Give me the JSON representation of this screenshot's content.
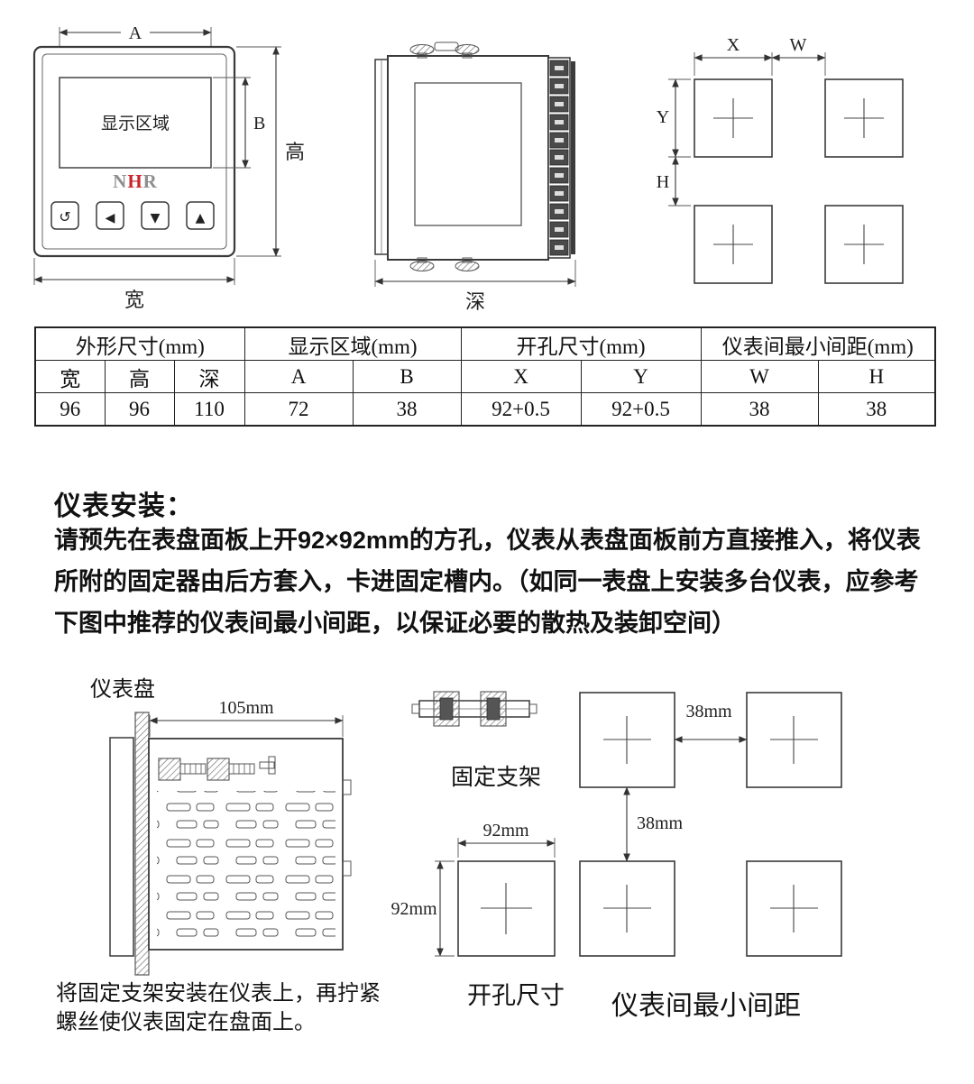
{
  "front_view": {
    "display_label": "显示区域",
    "logo_n": "N",
    "logo_h": "H",
    "logo_r": "R",
    "dim_a": "A",
    "dim_b": "B",
    "dim_height": "高",
    "dim_width": "宽",
    "buttons": [
      {
        "glyph": "↺"
      },
      {
        "glyph": "◀"
      },
      {
        "glyph": "▼"
      },
      {
        "glyph": "▲"
      }
    ]
  },
  "side_view": {
    "dim_depth": "深"
  },
  "cutout_view": {
    "dim_x": "X",
    "dim_w": "W",
    "dim_y": "Y",
    "dim_h": "H"
  },
  "table": {
    "groups": [
      {
        "label": "外形尺寸(mm)",
        "cols": [
          "宽",
          "高",
          "深"
        ],
        "values": [
          "96",
          "96",
          "110"
        ]
      },
      {
        "label": "显示区域(mm)",
        "cols": [
          "A",
          "B"
        ],
        "values": [
          "72",
          "38"
        ]
      },
      {
        "label": "开孔尺寸(mm)",
        "cols": [
          "X",
          "Y"
        ],
        "values": [
          "92+0.5",
          "92+0.5"
        ]
      },
      {
        "label": "仪表间最小间距(mm)",
        "cols": [
          "W",
          "H"
        ],
        "values": [
          "38",
          "38"
        ]
      }
    ]
  },
  "install": {
    "heading": "仪表安装：",
    "lines": [
      "请预先在表盘面板上开92×92mm的方孔，仪表从表盘面板前方直接推入，将仪表",
      "所附的固定器由后方套入，卡进固定槽内。（如同一表盘上安装多台仪表，应参考",
      "下图中推荐的仪表间最小间距，以保证必要的散热及装卸空间）"
    ]
  },
  "bottom": {
    "panel_label": "仪表盘",
    "dim_105": "105mm",
    "bracket_label": "固定支架",
    "left_caption_lines": [
      "将固定支架安装在仪表上，再拧紧",
      "螺丝使仪表固定在盘面上。"
    ],
    "cutout": {
      "dim_top": "92mm",
      "dim_left": "92mm",
      "caption": "开孔尺寸"
    },
    "spacing": {
      "dim_h": "38mm",
      "dim_v": "38mm",
      "caption": "仪表间最小间距"
    }
  }
}
